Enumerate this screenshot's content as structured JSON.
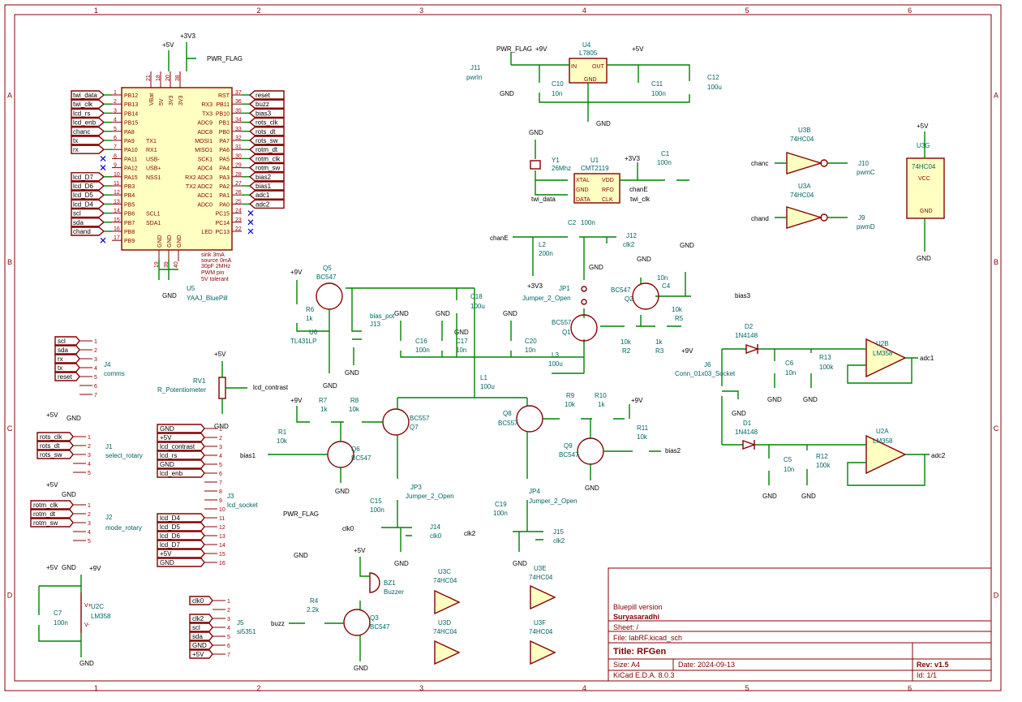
{
  "frame": {
    "columns": [
      "1",
      "2",
      "3",
      "4",
      "5",
      "6"
    ],
    "rows": [
      "A",
      "B",
      "C",
      "D"
    ]
  },
  "title_block": {
    "comment": "Bluepill version",
    "author": "Suryasaradhi",
    "sheet": "Sheet: /",
    "file": "File: labRF.kicad_sch",
    "title": "Title: RFGen",
    "size": "Size: A4",
    "date": "Date: 2024-09-13",
    "rev": "Rev: v1.5",
    "tool": "KiCad E.D.A. 8.0.3",
    "id": "Id: 1/1"
  },
  "u5": {
    "ref": "U5",
    "value": "YAAJ_BluePill",
    "left_pins": [
      "PB12",
      "PB13",
      "PB14",
      "PB15",
      "PA8",
      "PA9",
      "PA10",
      "PA11",
      "PA12",
      "PA15",
      "PB3",
      "PB4",
      "PB5",
      "PB6",
      "PB7",
      "PB8",
      "PB9"
    ],
    "left_nums": [
      "1",
      "2",
      "3",
      "4",
      "5",
      "6",
      "7",
      "8",
      "9",
      "10",
      "11",
      "12",
      "13",
      "14",
      "15",
      "16",
      "17"
    ],
    "alt_funcs": [
      "",
      "",
      "",
      "",
      "",
      "TX1",
      "RX1",
      "USB-",
      "USB+",
      "NSS1",
      "",
      "",
      "",
      "SCL1",
      "SDA1",
      "",
      ""
    ],
    "right_pins": [
      "RST",
      "PB11",
      "PB10",
      "PB1",
      "PB0",
      "PA7",
      "PA6",
      "PA5",
      "PA4",
      "PA3",
      "PA2",
      "PA1",
      "PA0",
      "PC15",
      "PC14",
      "PC13"
    ],
    "right_nums": [
      "37",
      "36",
      "35",
      "34",
      "33",
      "32",
      "31",
      "30",
      "29",
      "28",
      "27",
      "26",
      "25",
      "24",
      "23",
      "22"
    ],
    "right_alt": [
      "",
      "RX3",
      "TX3",
      "ADC9",
      "ADC8",
      "MOSI1",
      "MISO1",
      "SCK1",
      "ADC4",
      "RX2 ADC3",
      "TX2 ADC2",
      "ADC1",
      "ADC0",
      "",
      "",
      "LED"
    ],
    "top_pins": [
      "VBat",
      "5V",
      "3V3",
      "3V3"
    ],
    "top_nums": [
      "21",
      "18",
      "20",
      "38"
    ],
    "bottom_pins": [
      "GND",
      "GND",
      "GND"
    ],
    "bottom_nums": [
      "19",
      "39",
      "40"
    ],
    "left_nets": [
      "twi_data",
      "twi_clk",
      "lcd_rs",
      "lcd_enb",
      "chanc",
      "tx",
      "rx",
      "",
      "",
      "lcd_D7",
      "lcd_D6",
      "lcd_D5",
      "lcd_D4",
      "scl",
      "sda",
      "chand",
      ""
    ],
    "right_nets": [
      "reset",
      "buzz",
      "bias3",
      "rots_clk",
      "rots_dt",
      "rots_sw",
      "rotm_dt",
      "rotm_clk",
      "rotm_sw",
      "bias2",
      "bias1",
      "adc1",
      "adc2",
      "",
      "",
      ""
    ],
    "legend": [
      "sink 3mA",
      "source 0mA",
      "30pF 2MHz",
      "PWM pin",
      "5V tolerant"
    ]
  },
  "power": {
    "p5v": "+5V",
    "p3v3": "+3V3",
    "p9v": "+9V",
    "gnd": "GND",
    "pwr_flag": "PWR_FLAG"
  },
  "u4": {
    "ref": "U4",
    "value": "L7805",
    "in": "IN",
    "out": "OUT",
    "gnd": "GND"
  },
  "j11": {
    "ref": "J11",
    "value": "pwrIn"
  },
  "c10": {
    "ref": "C10",
    "value": "10n"
  },
  "c11": {
    "ref": "C11",
    "value": "100n"
  },
  "c12": {
    "ref": "C12",
    "value": "100u"
  },
  "y1": {
    "ref": "Y1",
    "value": "26Mhz"
  },
  "u1": {
    "ref": "U1",
    "value": "CMT2119",
    "pins": [
      "XTAL",
      "GND",
      "DATA",
      "VDD",
      "RFO",
      "CLK"
    ]
  },
  "c1": {
    "ref": "C1",
    "value": "100n"
  },
  "c2": {
    "ref": "C2",
    "value": "100n"
  },
  "l2": {
    "ref": "L2",
    "value": "200n"
  },
  "j12": {
    "ref": "J12",
    "value": "clk2"
  },
  "jp1": {
    "ref": "JP1",
    "value": "Jumper_2_Open"
  },
  "q1": {
    "ref": "Q1",
    "value": "BC557"
  },
  "q2": {
    "ref": "Q2",
    "value": "BC547"
  },
  "c4": {
    "ref": "C4",
    "value": "10n"
  },
  "r5": {
    "ref": "R5",
    "value": "10k"
  },
  "r2": {
    "ref": "R2",
    "value": "10k"
  },
  "r3": {
    "ref": "R3",
    "value": "1k"
  },
  "q5": {
    "ref": "Q5",
    "value": "BC547"
  },
  "r6": {
    "ref": "R6",
    "value": "1k"
  },
  "u6": {
    "ref": "U6",
    "value": "TL431LP"
  },
  "j13": {
    "ref": "J13",
    "value": "bias_pot"
  },
  "c16": {
    "ref": "C16",
    "value": "100n"
  },
  "c17": {
    "ref": "C17",
    "value": "10n"
  },
  "c18": {
    "ref": "C18",
    "value": "100u"
  },
  "c20": {
    "ref": "C20",
    "value": "10n"
  },
  "l3": {
    "ref": "L3",
    "value": "100u"
  },
  "l1": {
    "ref": "L1",
    "value": "100u"
  },
  "u3b": {
    "ref": "U3B",
    "value": "74HC04",
    "in_net": "chanc",
    "out": "J10",
    "out_val": "pwmC"
  },
  "u3a": {
    "ref": "U3A",
    "value": "74HC04",
    "in_net": "chand",
    "out": "J9",
    "out_val": "pwmD"
  },
  "u3g": {
    "ref": "U3G",
    "value": "74HC04",
    "vcc": "VCC",
    "gnd": "GND"
  },
  "d2": {
    "ref": "D2",
    "value": "1N4148"
  },
  "d1": {
    "ref": "D1",
    "value": "1N4148"
  },
  "u2b": {
    "ref": "U2B",
    "value": "LM358",
    "out": "adc1"
  },
  "u2a": {
    "ref": "U2A",
    "value": "LM358",
    "out": "adc2"
  },
  "c6": {
    "ref": "C6",
    "value": "10n"
  },
  "r13": {
    "ref": "R13",
    "value": "100k"
  },
  "c5": {
    "ref": "C5",
    "value": "10n"
  },
  "r12": {
    "ref": "R12",
    "value": "100k"
  },
  "j6": {
    "ref": "J6",
    "value": "Conn_01x03_Socket"
  },
  "j4": {
    "ref": "J4",
    "value": "comms",
    "nets": [
      "scl",
      "sda",
      "rx",
      "tx",
      "reset",
      "",
      ""
    ]
  },
  "rv1": {
    "ref": "RV1",
    "value": "R_Potentiometer",
    "net": "lcd_contrast"
  },
  "j1": {
    "ref": "J1",
    "value": "select_rotary",
    "nets": [
      "rots_clk",
      "rots_dt",
      "rots_sw",
      "",
      ""
    ]
  },
  "j2": {
    "ref": "J2",
    "value": "mode_rotary",
    "nets": [
      "rotm_clk",
      "rotm_dt",
      "rotm_sw",
      "",
      ""
    ]
  },
  "j3": {
    "ref": "J3",
    "value": "lcd_socket",
    "nets": [
      "GND",
      "+5V",
      "lcd_contrast",
      "lcd_rs",
      "GND",
      "lcd_enb",
      "",
      "",
      "",
      "",
      "lcd_D4",
      "lcd_D5",
      "lcd_D6",
      "lcd_D7",
      "+5V",
      "GND"
    ]
  },
  "u2c": {
    "ref": "U2C",
    "value": "LM358",
    "vp": "V+",
    "vm": "V-"
  },
  "c7": {
    "ref": "C7",
    "value": "100n"
  },
  "j5": {
    "ref": "J5",
    "value": "si5351",
    "nets": [
      "clk0",
      "",
      "clk2",
      "scl",
      "sda",
      "GND",
      "+5V"
    ]
  },
  "r7": {
    "ref": "R7",
    "value": "1k"
  },
  "r8": {
    "ref": "R8",
    "value": "10k"
  },
  "q7": {
    "ref": "Q7",
    "value": "BC557"
  },
  "r1": {
    "ref": "R1",
    "value": "10k"
  },
  "q6": {
    "ref": "Q6",
    "value": "BC547"
  },
  "r9": {
    "ref": "R9",
    "value": "10k"
  },
  "r10": {
    "ref": "R10",
    "value": "1k"
  },
  "q8": {
    "ref": "Q8",
    "value": "BC557"
  },
  "r11": {
    "ref": "R11",
    "value": "10k"
  },
  "q9": {
    "ref": "Q9",
    "value": "BC547"
  },
  "jp3": {
    "ref": "JP3",
    "value": "Jumper_2_Open"
  },
  "jp4": {
    "ref": "JP4",
    "value": "Jumper_2_Open"
  },
  "c15": {
    "ref": "C15",
    "value": "100n"
  },
  "c19": {
    "ref": "C19",
    "value": "100n"
  },
  "j14": {
    "ref": "J14",
    "value": "clk0"
  },
  "j15": {
    "ref": "J15",
    "value": "clk2"
  },
  "bz1": {
    "ref": "BZ1",
    "value": "Buzzer"
  },
  "r4": {
    "ref": "R4",
    "value": "2.2k"
  },
  "q3": {
    "ref": "Q3",
    "value": "BC547"
  },
  "u3c": {
    "ref": "U3C",
    "value": "74HC04"
  },
  "u3d": {
    "ref": "U3D",
    "value": "74HC04"
  },
  "u3e": {
    "ref": "U3E",
    "value": "74HC04"
  },
  "u3f": {
    "ref": "U3F",
    "value": "74HC04"
  },
  "nets": {
    "bias1": "bias1",
    "bias2": "bias2",
    "bias3": "bias3",
    "chanE": "chanE",
    "twi_data": "twi_data",
    "twi_clk": "twi_clk",
    "clk0": "clk0",
    "clk2": "clk2",
    "buzz": "buzz",
    "adc1": "adc1",
    "adc2": "adc2",
    "lcd_contrast": "lcd_contrast"
  }
}
